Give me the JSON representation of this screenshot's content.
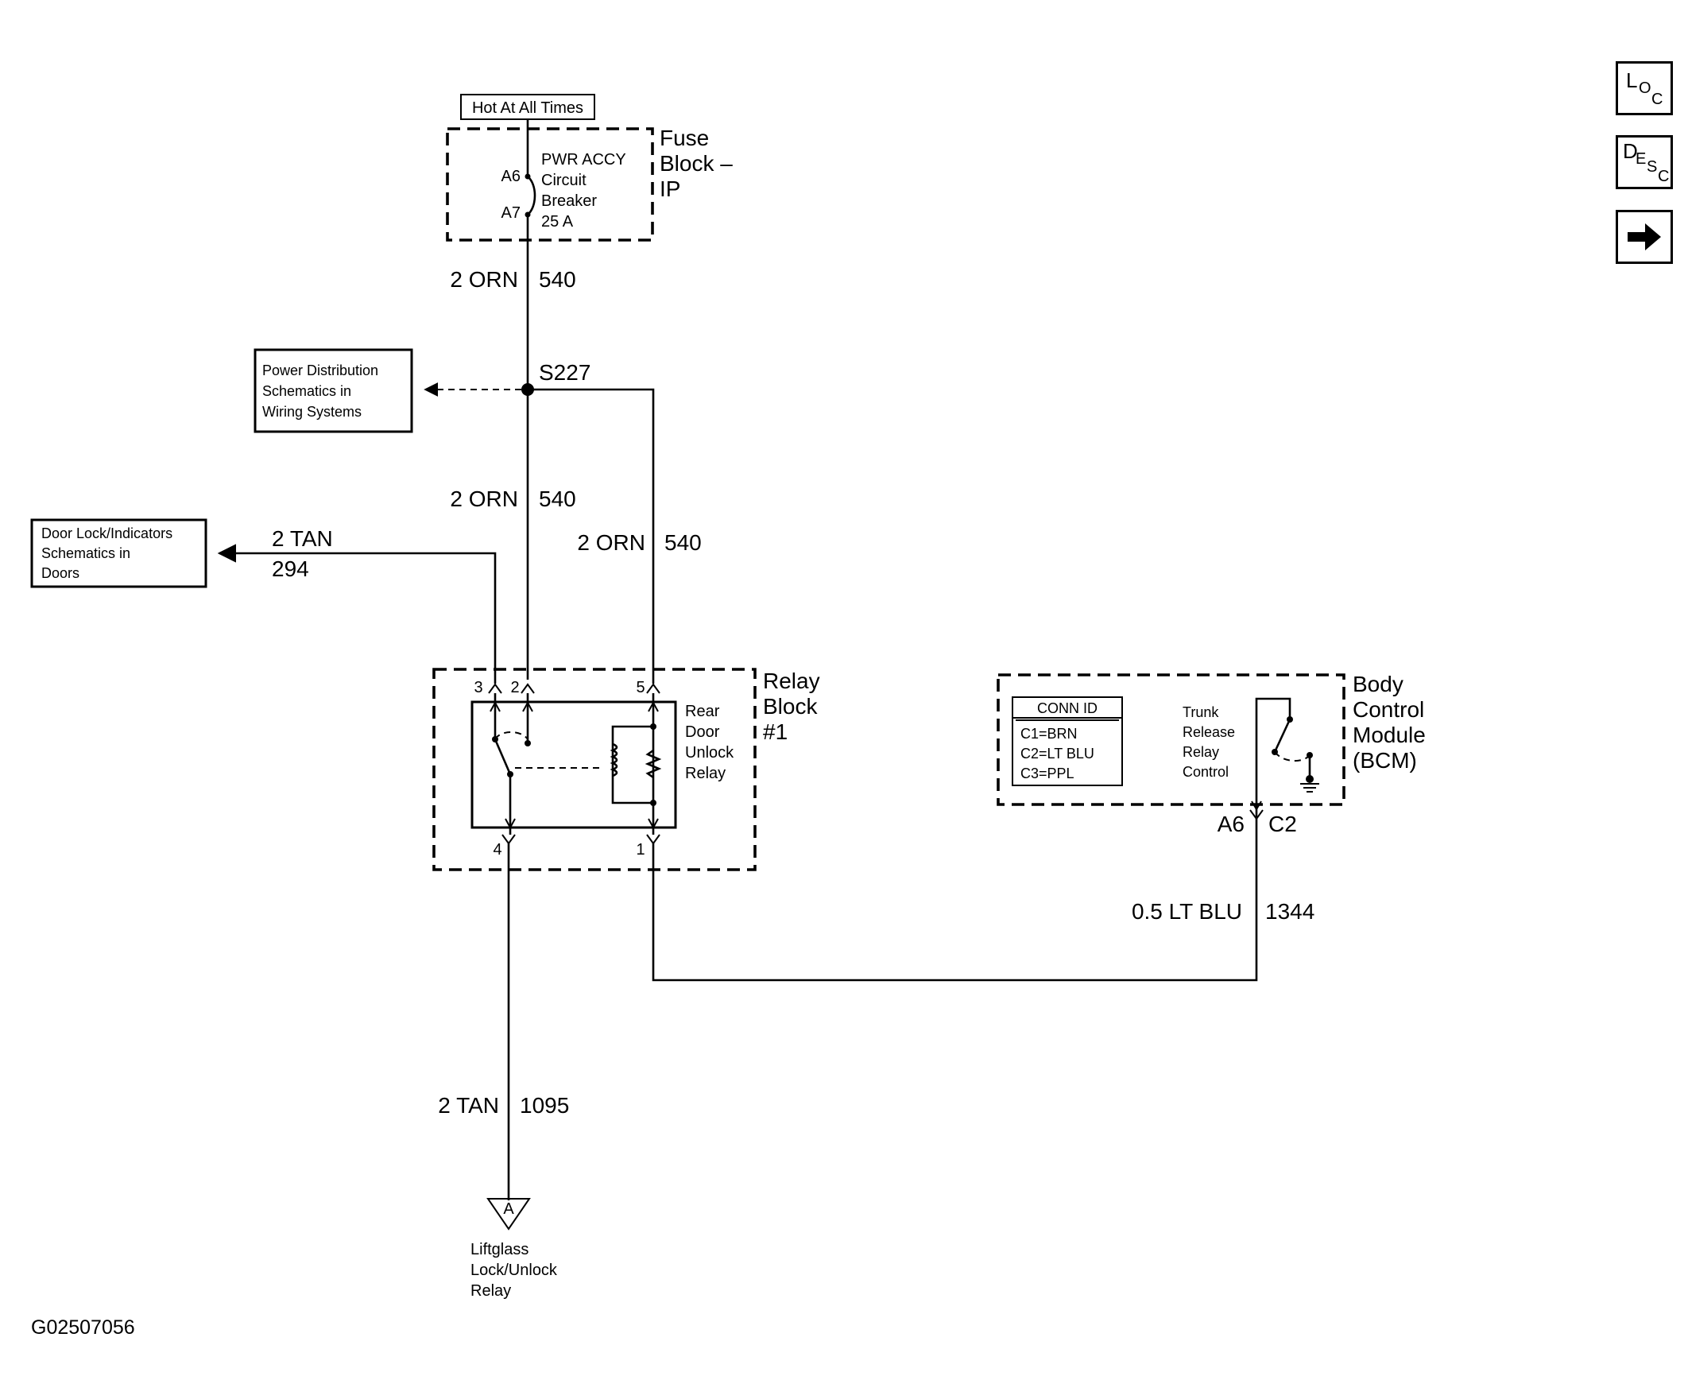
{
  "power_label": "Hot At All Times",
  "fuse_block": {
    "title_lines": [
      "Fuse",
      "Block –",
      "IP"
    ],
    "breaker_lines": [
      "PWR ACCY",
      "Circuit",
      "Breaker",
      "25 A"
    ],
    "pin_top": "A6",
    "pin_bottom": "A7"
  },
  "wires": {
    "w1": {
      "gauge": "2 ORN",
      "circuit": "540"
    },
    "w2": {
      "gauge": "2 ORN",
      "circuit": "540"
    },
    "w3": {
      "gauge": "2 ORN",
      "circuit": "540"
    },
    "w_tan": {
      "gauge": "2 TAN",
      "circuit": "294"
    },
    "w_tan_bottom": {
      "gauge": "2 TAN",
      "circuit": "1095"
    },
    "w_blu": {
      "gauge": "0.5 LT BLU",
      "circuit": "1344"
    }
  },
  "splice": "S227",
  "ref_boxes": {
    "power_dist": [
      "Power Distribution",
      "Schematics in",
      "Wiring Systems"
    ],
    "door_lock": [
      "Door Lock/Indicators",
      "Schematics in",
      "Doors"
    ]
  },
  "relay_block": {
    "title_lines": [
      "Relay",
      "Block",
      "#1"
    ],
    "relay_lines": [
      "Rear",
      "Door",
      "Unlock",
      "Relay"
    ],
    "pins": {
      "p3": "3",
      "p2": "2",
      "p5": "5",
      "p4": "4",
      "p1": "1"
    }
  },
  "bcm": {
    "title_lines": [
      "Body",
      "Control",
      "Module",
      "(BCM)"
    ],
    "conn_id_header": "CONN ID",
    "conn_id_rows": [
      "C1=BRN",
      "C2=LT BLU",
      "C3=PPL"
    ],
    "control_lines": [
      "Trunk",
      "Release",
      "Relay",
      "Control"
    ],
    "pin": "A6",
    "connector": "C2"
  },
  "terminal": {
    "letter": "A",
    "label_lines": [
      "Liftglass",
      "Lock/Unlock",
      "Relay"
    ]
  },
  "figure_id": "G02507056",
  "nav": {
    "loc": {
      "big": "L",
      "small_a": "O",
      "small_b": "C"
    },
    "desc": {
      "big": "D",
      "small_a": "E",
      "small_b": "S",
      "small_c": "C"
    },
    "next_icon": "arrow-right-icon"
  }
}
